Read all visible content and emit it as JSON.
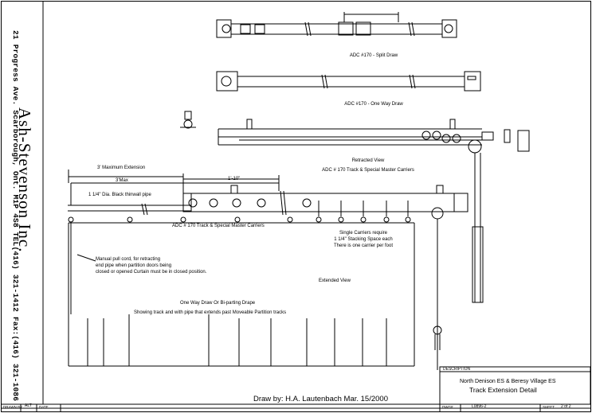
{
  "company": {
    "name": "Ash-Stevenson Inc.",
    "address": "21 Progress Ave. Scarborough, Ont. M1P 4S8 TEL(416) 321-1412 Fax:(416) 321-1086"
  },
  "drawing_labels": {
    "split_draw": "ADC #170 - Split Draw",
    "one_way_draw": "ADC #170 - One Way Draw",
    "retracted_view_title": "Retracted View",
    "retracted_view_sub": "ADC # 170 Track & Special Master Carriers",
    "max_extension": "3' Maximum Extension",
    "dim_3max": "3'Max",
    "dim_1_10": "1'-10\"",
    "pipe_label": "1 1/4\" Dia. Black thinwall pipe",
    "extended_track_label": "ADC # 170 Track & Special Master Carriers",
    "carriers_note_1": "Single Carriers require",
    "carriers_note_2": "1 1/4\" Stacking Space each",
    "carriers_note_3": "There is one carrier per foot",
    "pull_cord_1": "Manual pull cord, for retracting",
    "pull_cord_2": "end pipe when partition doors being",
    "pull_cord_3": "closed or opened Curtain must be in closed position.",
    "extended_view": "Extended View",
    "drape_title": "One Way Draw Or Bi-parting Drape",
    "drape_sub": "Showing track and with pipe that extends past Moveable Partition tracks"
  },
  "draw_by": "Draw by: H.A. Lautenbach Mar. 15/2000",
  "title_block": {
    "description_label": "DESCRIPTION",
    "project": "North Denison ES & Beresy Village ES",
    "title": "Track Extension Detail",
    "drawn_by_label": "DRAWN BY",
    "drawn_by_value": "ALT",
    "date_label": "DATE",
    "dwg_label": "DWG#",
    "dwg_value": "L0896-2",
    "sheet_label": "SHEET",
    "sheet_value": "2 of 2"
  }
}
